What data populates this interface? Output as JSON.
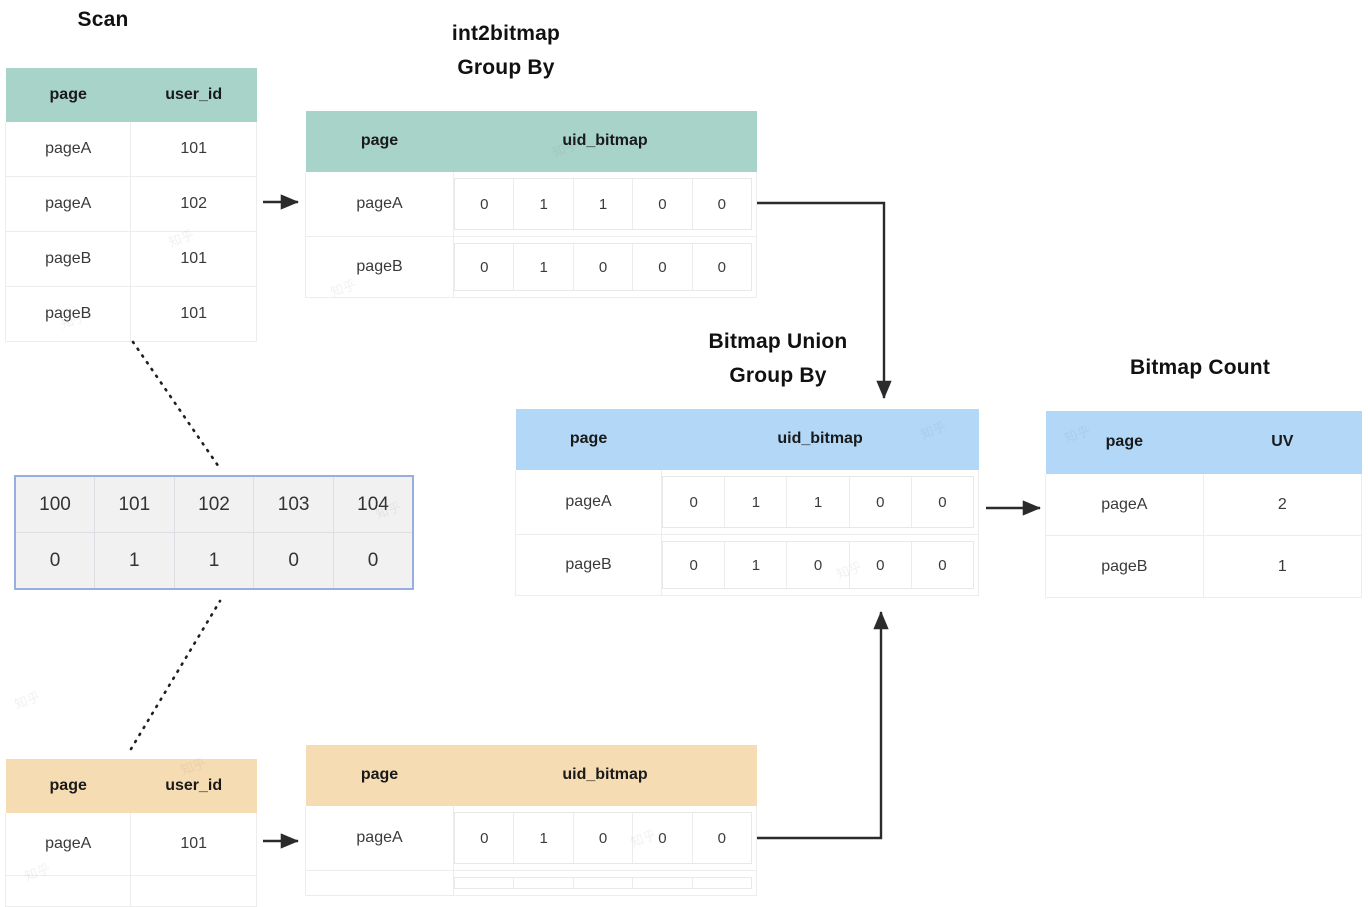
{
  "titles": {
    "scan": "Scan",
    "int2bitmap_l1": "int2bitmap",
    "int2bitmap_l2": "Group By",
    "bitmap_union_l1": "Bitmap Union",
    "bitmap_union_l2": "Group By",
    "bitmap_count": "Bitmap Count"
  },
  "scan_table": {
    "headers": [
      "page",
      "user_id"
    ],
    "rows": [
      [
        "pageA",
        "101"
      ],
      [
        "pageA",
        "102"
      ],
      [
        "pageB",
        "101"
      ],
      [
        "pageB",
        "101"
      ]
    ]
  },
  "int2bitmap_table": {
    "headers": [
      "page",
      "uid_bitmap"
    ],
    "rows": [
      {
        "page": "pageA",
        "bitmap": [
          "0",
          "1",
          "1",
          "0",
          "0"
        ]
      },
      {
        "page": "pageB",
        "bitmap": [
          "0",
          "1",
          "0",
          "0",
          "0"
        ]
      }
    ]
  },
  "bitmap_array": {
    "keys": [
      "100",
      "101",
      "102",
      "103",
      "104"
    ],
    "bits": [
      "0",
      "1",
      "1",
      "0",
      "0"
    ]
  },
  "bitmap_union_table": {
    "headers": [
      "page",
      "uid_bitmap"
    ],
    "rows": [
      {
        "page": "pageA",
        "bitmap": [
          "0",
          "1",
          "1",
          "0",
          "0"
        ]
      },
      {
        "page": "pageB",
        "bitmap": [
          "0",
          "1",
          "0",
          "0",
          "0"
        ]
      }
    ]
  },
  "bitmap_count_table": {
    "headers": [
      "page",
      "UV"
    ],
    "rows": [
      [
        "pageA",
        "2"
      ],
      [
        "pageB",
        "1"
      ]
    ]
  },
  "scan_table_bottom": {
    "headers": [
      "page",
      "user_id"
    ],
    "rows": [
      [
        "pageA",
        "101"
      ]
    ]
  },
  "int2bitmap_table_bottom": {
    "headers": [
      "page",
      "uid_bitmap"
    ],
    "rows": [
      {
        "page": "pageA",
        "bitmap": [
          "0",
          "1",
          "0",
          "0",
          "0"
        ]
      }
    ]
  },
  "colors": {
    "teal_header": "#a7d3c9",
    "blue_header": "#b2d7f7",
    "orange_header": "#f6dcb3",
    "array_border": "#97aee0",
    "array_fill": "#f1f1f1",
    "connector": "#2b2b2b"
  }
}
